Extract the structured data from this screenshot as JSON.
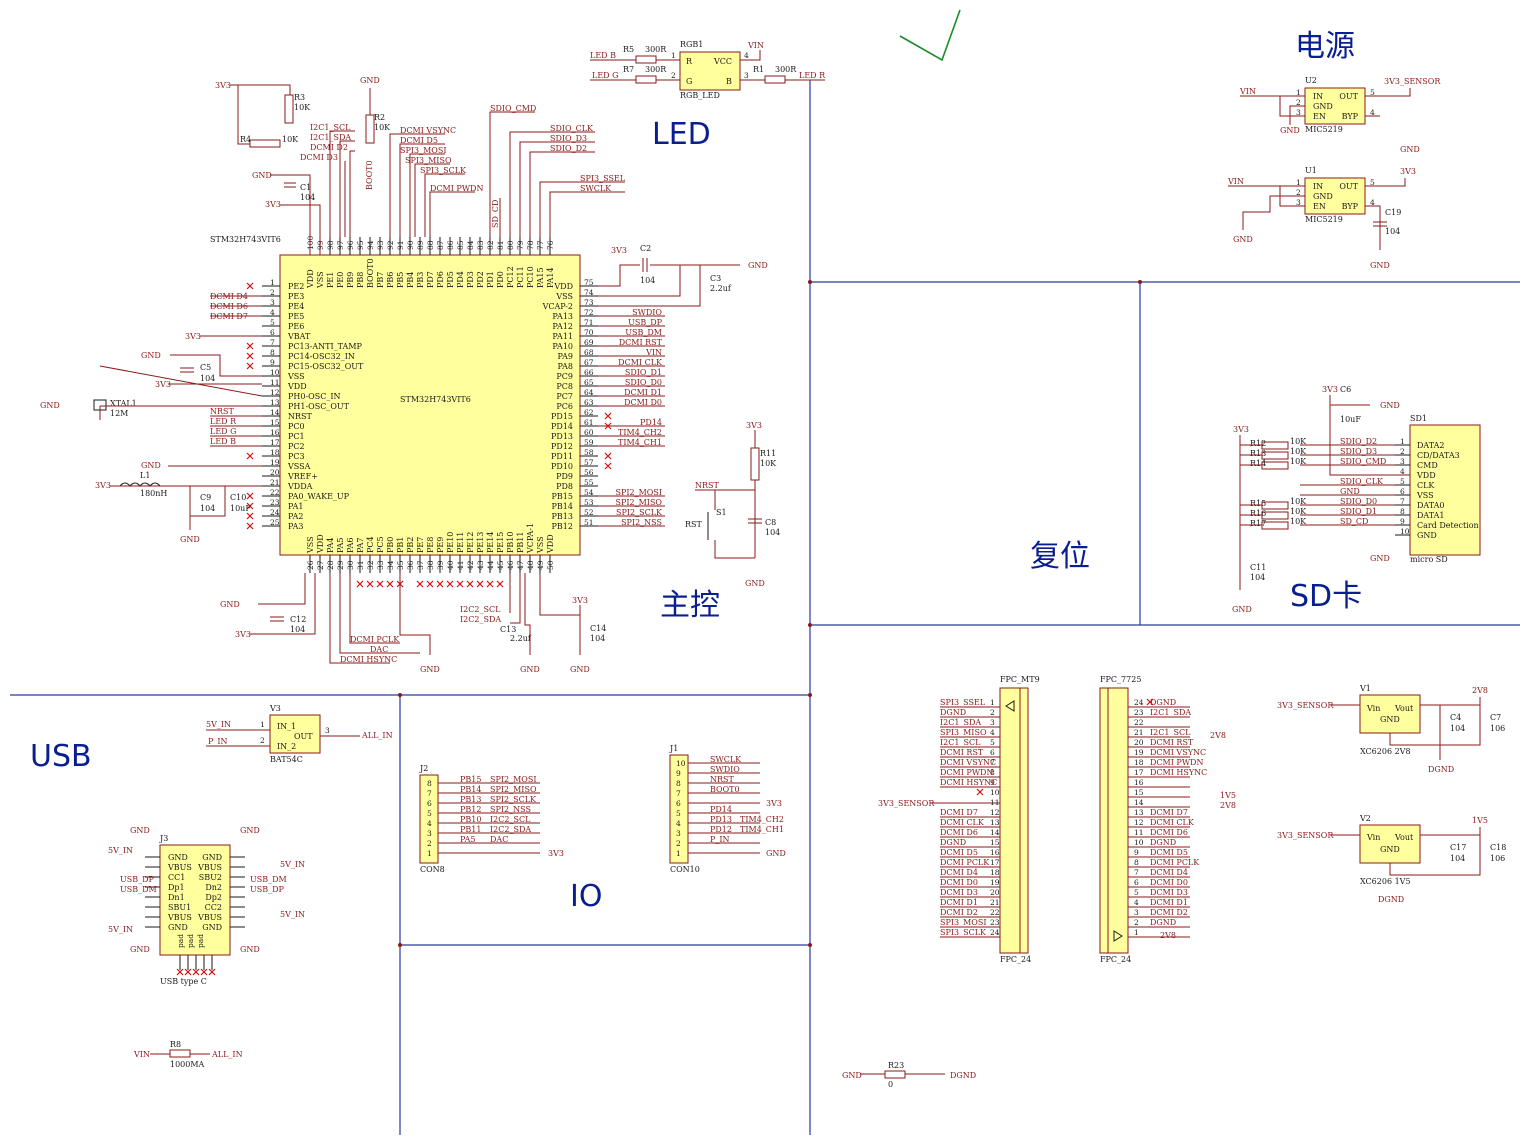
{
  "labels": {
    "power": "电源",
    "led": "LED",
    "mcu": "主控",
    "reset": "复位",
    "sd": "SD卡",
    "usb": "USB",
    "io": "IO"
  },
  "colors": {
    "section_label": "#0a1f8f",
    "chip_fill": "#ffff9e",
    "net_label": "#8b1a1a",
    "wire": "#1f2a8a",
    "no_connect": "#d01010",
    "check_mark": "#1a8a2a"
  },
  "mcu": {
    "designator": "STM32H743VIT6",
    "body_label": "STM32H743VIT6",
    "left_pins": [
      {
        "n": "1",
        "name": "PE2",
        "net": ""
      },
      {
        "n": "2",
        "name": "PE3",
        "net": "DCMI D4"
      },
      {
        "n": "3",
        "name": "PE4",
        "net": "DCMI D6"
      },
      {
        "n": "4",
        "name": "PE5",
        "net": "DCMI D7"
      },
      {
        "n": "5",
        "name": "PE6",
        "net": ""
      },
      {
        "n": "6",
        "name": "VBAT",
        "net": "3V3"
      },
      {
        "n": "7",
        "name": "PC13-ANTI_TAMP",
        "net": ""
      },
      {
        "n": "8",
        "name": "PC14-OSC32_IN",
        "net": ""
      },
      {
        "n": "9",
        "name": "PC15-OSC32_OUT",
        "net": ""
      },
      {
        "n": "10",
        "name": "VSS",
        "net": "GND"
      },
      {
        "n": "11",
        "name": "VDD",
        "net": "3V3"
      },
      {
        "n": "12",
        "name": "PH0-OSC_IN",
        "net": ""
      },
      {
        "n": "13",
        "name": "PH1-OSC_OUT",
        "net": ""
      },
      {
        "n": "14",
        "name": "NRST",
        "net": "NRST"
      },
      {
        "n": "15",
        "name": "PC0",
        "net": "LED R"
      },
      {
        "n": "16",
        "name": "PC1",
        "net": "LED G"
      },
      {
        "n": "17",
        "name": "PC2",
        "net": "LED B"
      },
      {
        "n": "18",
        "name": "PC3",
        "net": ""
      },
      {
        "n": "19",
        "name": "VSSA",
        "net": "GND"
      },
      {
        "n": "20",
        "name": "VREF+",
        "net": ""
      },
      {
        "n": "21",
        "name": "VDDA",
        "net": "3V3"
      },
      {
        "n": "22",
        "name": "PA0_WAKE_UP",
        "net": ""
      },
      {
        "n": "23",
        "name": "PA1",
        "net": ""
      },
      {
        "n": "24",
        "name": "PA2",
        "net": ""
      },
      {
        "n": "25",
        "name": "PA3",
        "net": ""
      }
    ],
    "right_pins": [
      {
        "n": "75",
        "name": "VDD",
        "net": "3V3"
      },
      {
        "n": "74",
        "name": "VSS",
        "net": ""
      },
      {
        "n": "73",
        "name": "VCAP-2",
        "net": ""
      },
      {
        "n": "72",
        "name": "PA13",
        "net": "SWDIO"
      },
      {
        "n": "71",
        "name": "PA12",
        "net": "USB_DP"
      },
      {
        "n": "70",
        "name": "PA11",
        "net": "USB_DM"
      },
      {
        "n": "69",
        "name": "PA10",
        "net": "DCMI RST"
      },
      {
        "n": "68",
        "name": "PA9",
        "net": "VIN"
      },
      {
        "n": "67",
        "name": "PA8",
        "net": "DCMI CLK"
      },
      {
        "n": "66",
        "name": "PC9",
        "net": "SDIO_D1"
      },
      {
        "n": "65",
        "name": "PC8",
        "net": "SDIO_D0"
      },
      {
        "n": "64",
        "name": "PC7",
        "net": "DCMI D1"
      },
      {
        "n": "63",
        "name": "PC6",
        "net": "DCMI D0"
      },
      {
        "n": "62",
        "name": "PD15",
        "net": ""
      },
      {
        "n": "61",
        "name": "PD14",
        "net": "PD14"
      },
      {
        "n": "60",
        "name": "PD13",
        "net": "TIM4_CH2"
      },
      {
        "n": "59",
        "name": "PD12",
        "net": "TIM4_CH1"
      },
      {
        "n": "58",
        "name": "PD11",
        "net": ""
      },
      {
        "n": "57",
        "name": "PD10",
        "net": ""
      },
      {
        "n": "56",
        "name": "PD9",
        "net": ""
      },
      {
        "n": "55",
        "name": "PD8",
        "net": ""
      },
      {
        "n": "54",
        "name": "PB15",
        "net": "SPI2_MOSI"
      },
      {
        "n": "53",
        "name": "PB14",
        "net": "SPI2_MISO"
      },
      {
        "n": "52",
        "name": "PB13",
        "net": "SPI2_SCLK"
      },
      {
        "n": "51",
        "name": "PB12",
        "net": "SPI2_NSS"
      }
    ],
    "top_pins": [
      {
        "n": "100",
        "name": "VDD"
      },
      {
        "n": "99",
        "name": "VSS"
      },
      {
        "n": "98",
        "name": "PE1"
      },
      {
        "n": "97",
        "name": "PE0"
      },
      {
        "n": "96",
        "name": "PB9"
      },
      {
        "n": "95",
        "name": "PB8"
      },
      {
        "n": "94",
        "name": "BOOT0"
      },
      {
        "n": "93",
        "name": "PB7"
      },
      {
        "n": "92",
        "name": "PB6"
      },
      {
        "n": "91",
        "name": "PB5"
      },
      {
        "n": "90",
        "name": "PB4"
      },
      {
        "n": "89",
        "name": "PB3"
      },
      {
        "n": "88",
        "name": "PD7"
      },
      {
        "n": "87",
        "name": "PD6"
      },
      {
        "n": "86",
        "name": "PD5"
      },
      {
        "n": "85",
        "name": "PD4"
      },
      {
        "n": "84",
        "name": "PD3"
      },
      {
        "n": "83",
        "name": "PD2"
      },
      {
        "n": "82",
        "name": "PD1"
      },
      {
        "n": "81",
        "name": "PD0"
      },
      {
        "n": "80",
        "name": "PC12"
      },
      {
        "n": "79",
        "name": "PC11"
      },
      {
        "n": "78",
        "name": "PC10"
      },
      {
        "n": "77",
        "name": "PA15"
      },
      {
        "n": "76",
        "name": "PA14"
      }
    ],
    "bottom_pins": [
      {
        "n": "26",
        "name": "VSS"
      },
      {
        "n": "27",
        "name": "VDD"
      },
      {
        "n": "28",
        "name": "PA4"
      },
      {
        "n": "29",
        "name": "PA5"
      },
      {
        "n": "30",
        "name": "PA6"
      },
      {
        "n": "31",
        "name": "PA7"
      },
      {
        "n": "32",
        "name": "PC4"
      },
      {
        "n": "33",
        "name": "PC5"
      },
      {
        "n": "34",
        "name": "PB0"
      },
      {
        "n": "35",
        "name": "PB1"
      },
      {
        "n": "36",
        "name": "PB2"
      },
      {
        "n": "37",
        "name": "PE7"
      },
      {
        "n": "38",
        "name": "PE8"
      },
      {
        "n": "39",
        "name": "PE9"
      },
      {
        "n": "40",
        "name": "PE10"
      },
      {
        "n": "41",
        "name": "PE11"
      },
      {
        "n": "42",
        "name": "PE12"
      },
      {
        "n": "43",
        "name": "PE13"
      },
      {
        "n": "44",
        "name": "PE14"
      },
      {
        "n": "45",
        "name": "PE15"
      },
      {
        "n": "46",
        "name": "PB10"
      },
      {
        "n": "47",
        "name": "PB11"
      },
      {
        "n": "48",
        "name": "VCPA-1"
      },
      {
        "n": "49",
        "name": "VSS"
      },
      {
        "n": "50",
        "name": "VDD"
      }
    ],
    "top_nets": [
      "I2C1_SCL",
      "I2C1_SDA",
      "DCMI D2",
      "DCMI D3",
      "BOOT0",
      "DCMI VSYNC",
      "DCMI D5",
      "SPI3_MOSI",
      "SPI3_MISO",
      "SPI3_SCLK",
      "DCMI PWDN",
      "SDIO_CMD",
      "SD_CD",
      "SDIO_CLK",
      "SDIO_D3",
      "SDIO_D2",
      "SPI3_SSEL",
      "SWCLK"
    ],
    "bottom_nets": [
      "DCMI PCLK",
      "DAC",
      "DCMI HSYNC",
      "I2C2_SCL",
      "I2C2_SDA"
    ],
    "passives": {
      "r3": "R3",
      "r3v": "10K",
      "r4": "R4",
      "r4v": "10K",
      "r2": "R2",
      "r2v": "10K",
      "c1": "C1",
      "c1v": "104",
      "c5": "C5",
      "c5v": "104",
      "c2": "C2",
      "c2v": "104",
      "c3": "C3",
      "c3v": "2.2uf",
      "xtal": "XTAL1",
      "xtalv": "12M",
      "l1": "L1",
      "l1v": "180nH",
      "c9": "C9",
      "c9v": "104",
      "c10": "C10",
      "c10v": "10uF",
      "c12": "C12",
      "c12v": "104",
      "c13": "C13",
      "c13v": "2.2uf",
      "c14": "C14",
      "c14v": "104"
    }
  },
  "led": {
    "ref": "RGB1",
    "value": "RGB_LED",
    "pin_r": "R",
    "pin_g": "G",
    "pin_b": "B",
    "pin_vcc": "VCC",
    "r5": "R5",
    "r5v": "300R",
    "r7": "R7",
    "r7v": "300R",
    "r1": "R1",
    "r1v": "300R",
    "net_b": "LED B",
    "net_g": "LED G",
    "net_r": "LED R",
    "vin": "VIN"
  },
  "power": {
    "u2": "U2",
    "u1": "U1",
    "part": "MIC5219",
    "vin": "VIN",
    "out2": "3V3_SENSOR",
    "out1": "3V3",
    "pins": [
      "IN",
      "GND",
      "EN",
      "OUT",
      "BYP"
    ],
    "c19": "C19",
    "c19v": "104"
  },
  "reset": {
    "r11": "R11",
    "r11v": "10K",
    "s1": "S1",
    "rst": "RST",
    "c8": "C8",
    "c8v": "104",
    "nrst": "NRST",
    "v": "3V3"
  },
  "sd": {
    "ref": "SD1",
    "value": "micro SD",
    "c6": "C6",
    "c6v": "10uF",
    "c11": "C11",
    "c11v": "104",
    "res": [
      "R12",
      "R13",
      "R14",
      "R15",
      "R16",
      "R17"
    ],
    "resv": "10K",
    "pins": [
      "DATA2",
      "CD/DATA3",
      "CMD",
      "VDD",
      "CLK",
      "VSS",
      "DATA0",
      "DATA1",
      "Card Detection",
      "GND"
    ],
    "nets": [
      "SDIO_D2",
      "SDIO_D3",
      "SDIO_CMD",
      "",
      "SDIO_CLK",
      "GND",
      "SDIO_D0",
      "SDIO_D1",
      "SD_CD",
      ""
    ]
  },
  "usb": {
    "v3": "V3",
    "v3v": "BAT54C",
    "in1": "IN_1",
    "in2": "IN_2",
    "out": "OUT",
    "net_5v": "5V_IN",
    "net_p": "P_IN",
    "net_all": "ALL_IN",
    "j3": "J3",
    "j3v": "USB type C",
    "left": [
      "GND",
      "VBUS",
      "CC1",
      "Dp1",
      "Dn1",
      "SBU1",
      "VBUS",
      "GND"
    ],
    "right": [
      "GND",
      "VBUS",
      "SBU2",
      "Dn2",
      "Dp2",
      "CC2",
      "VBUS",
      "GND"
    ],
    "nets_l": [
      "USB_DP",
      "USB_DM"
    ],
    "nets_r": [
      "USB_DM",
      "USB_DP"
    ],
    "r8": "R8",
    "r8v": "1000MA",
    "vin": "VIN"
  },
  "io": {
    "j2": "J2",
    "j2v": "CON8",
    "j2_rows": [
      [
        "8",
        "PB15",
        "SPI2_MOSI"
      ],
      [
        "7",
        "PB14",
        "SPI2_MISO"
      ],
      [
        "6",
        "PB13",
        "SPI2_SCLK"
      ],
      [
        "5",
        "PB12",
        "SPI2_NSS"
      ],
      [
        "4",
        "PB10",
        "I2C2_SCL"
      ],
      [
        "3",
        "PB11",
        "I2C2_SDA"
      ],
      [
        "2",
        "PA5",
        "DAC"
      ],
      [
        "1",
        "",
        "3V3"
      ]
    ],
    "j1": "J1",
    "j1v": "CON10",
    "j1_rows": [
      [
        "10",
        "SWCLK",
        ""
      ],
      [
        "9",
        "SWDIO",
        ""
      ],
      [
        "8",
        "NRST",
        ""
      ],
      [
        "7",
        "BOOT0",
        ""
      ],
      [
        "6",
        "",
        "3V3"
      ],
      [
        "5",
        "PD14",
        ""
      ],
      [
        "4",
        "PD13",
        "TIM4_CH2"
      ],
      [
        "3",
        "PD12",
        "TIM4_CH1"
      ],
      [
        "2",
        "P_IN",
        ""
      ],
      [
        "1",
        "",
        "GND"
      ]
    ]
  },
  "camera": {
    "fpc1": "FPC_MT9",
    "fpc1v": "FPC_24",
    "fpc2": "FPC_7725",
    "fpc2v": "FPC_24",
    "sensor": "3V3_SENSOR",
    "left_rows": [
      "SPI3_SSEL",
      "DGND",
      "I2C1_SDA",
      "SPI3_MISO",
      "I2C1_SCL",
      "DCMI RST",
      "DCMI VSYNC",
      "DCMI PWDN",
      "DCMI HSYNC",
      "",
      "",
      "DCMI D7",
      "DCMI CLK",
      "DCMI D6",
      "DGND",
      "DCMI D5",
      "DCMI PCLK",
      "DCMI D4",
      "DCMI D0",
      "DCMI D3",
      "DCMI D1",
      "DCMI D2",
      "SPI3_MOSI",
      "SPI3_SCLK"
    ],
    "right_rows": [
      "DGND",
      "I2C1_SDA",
      "",
      "I2C1_SCL",
      "DCMI RST",
      "DCMI VSYNC",
      "DCMI PWDN",
      "DCMI HSYNC",
      "",
      "",
      "",
      "DCMI D7",
      "DCMI CLK",
      "DCMI D6",
      "DGND",
      "DCMI D5",
      "DCMI PCLK",
      "DCMI D4",
      "DCMI D0",
      "DCMI D3",
      "DCMI D1",
      "DCMI D2",
      "DGND",
      ""
    ],
    "side_nets": [
      "2V8",
      "1V5",
      "2V8",
      "2V8"
    ],
    "v1": "V1",
    "v1v": "XC6206 2V8",
    "v2": "V2",
    "v2v": "XC6206 1V5",
    "v_in": "Vin",
    "v_out": "Vout",
    "gnd": "GND",
    "c4": "C4",
    "c7": "C7",
    "c17": "C17",
    "c18": "C18",
    "c104": "104",
    "c106": "106",
    "out28": "2V8",
    "out15": "1V5",
    "dgnd": "DGND",
    "r23": "R23",
    "r23v": "0"
  }
}
